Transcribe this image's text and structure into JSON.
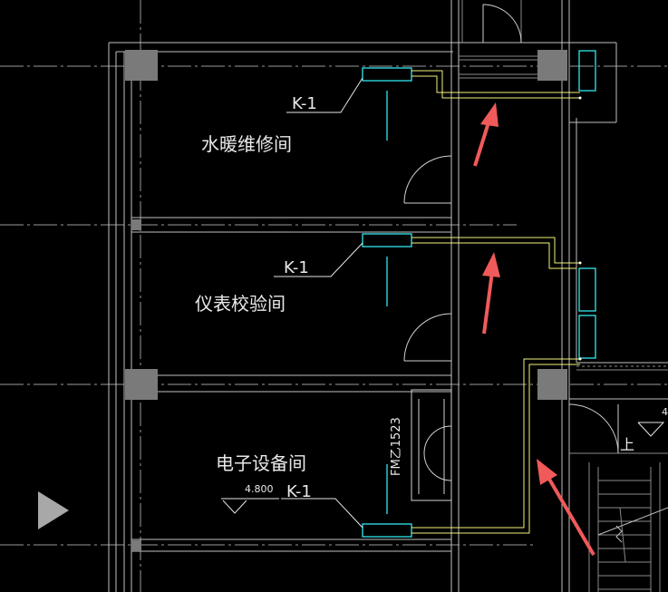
{
  "rooms": [
    {
      "name": "水暖维修间",
      "unit_tag": "K-1"
    },
    {
      "name": "仪表校验间",
      "unit_tag": "K-1"
    },
    {
      "name": "电子设备间",
      "unit_tag": "K-1"
    }
  ],
  "door_tag": "FM乙1523",
  "elevation": "4.800",
  "stair_label": "上",
  "right_edge_digit": "4",
  "colors": {
    "background": "#000000",
    "walls": "#bfbfbf",
    "ac_unit": "#32e8f0",
    "pipe": "#f2f27a",
    "annotation_arrow": "#f05a5a"
  }
}
